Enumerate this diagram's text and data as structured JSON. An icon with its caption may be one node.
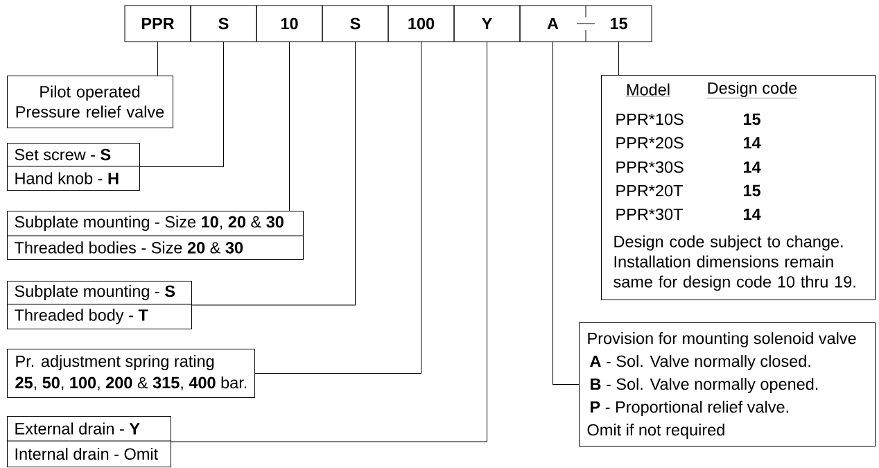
{
  "diagram": {
    "nodes": [
      {
        "text": [
          "PPR"
        ]
      },
      {
        "text": [
          "S"
        ]
      },
      {
        "text": [
          "10"
        ]
      },
      {
        "text": [
          "S"
        ]
      },
      {
        "text": [
          "100"
        ]
      },
      {
        "text": [
          "Y"
        ]
      },
      {
        "text": [
          "A"
        ]
      },
      {
        "text": [
          "15"
        ]
      },
      {
        "text": [
          "Pilot operated Pressure relief valve"
        ]
      },
      {
        "text": [
          "Set screw - **S**",
          "Hand knob - **H**"
        ]
      },
      {
        "text": [
          "Subplate mounting - Size **10**, **20** & **30**",
          "Threaded bodies - Size **20** & **30**"
        ]
      },
      {
        "text": [
          "Subplate mounting - **S**",
          "Threaded body - **T**"
        ]
      },
      {
        "text": [
          "Pr. adjustment spring rating",
          "**25**, **50**, **100**, **200** & **315**, **400** bar."
        ]
      },
      {
        "text": [
          "External drain - **Y**",
          "Internal drain - Omit"
        ]
      },
      {
        "text": [
          "Model",
          "Design code",
          "PPR*10S",
          "15",
          "PPR*20S",
          "14",
          "PPR*30S",
          "14",
          "PPR*20T",
          "15",
          "PPR*30T",
          "14",
          "Design code subject to change. Installation dimensions remain same for design code 10 thru 19."
        ]
      },
      {
        "text": [
          "Provision for mounting solenoid valve",
          "**A** - Sol. Valve normally closed.",
          "**B** - Sol. Valve normally opened.",
          "**P** - Proportional relief valve.",
          "Omit if not required"
        ]
      }
    ],
    "edges": [
      {
        "from": 0,
        "to": 8,
        "arrow": "none"
      },
      {
        "from": 1,
        "to": 9,
        "arrow": "none"
      },
      {
        "from": 2,
        "to": 10,
        "arrow": "none"
      },
      {
        "from": 3,
        "to": 11,
        "arrow": "none"
      },
      {
        "from": 4,
        "to": 12,
        "arrow": "none"
      },
      {
        "from": 5,
        "to": 13,
        "arrow": "none"
      },
      {
        "from": 6,
        "to": 15,
        "arrow": "none"
      },
      {
        "from": 7,
        "to": 14,
        "arrow": "none"
      }
    ]
  }
}
